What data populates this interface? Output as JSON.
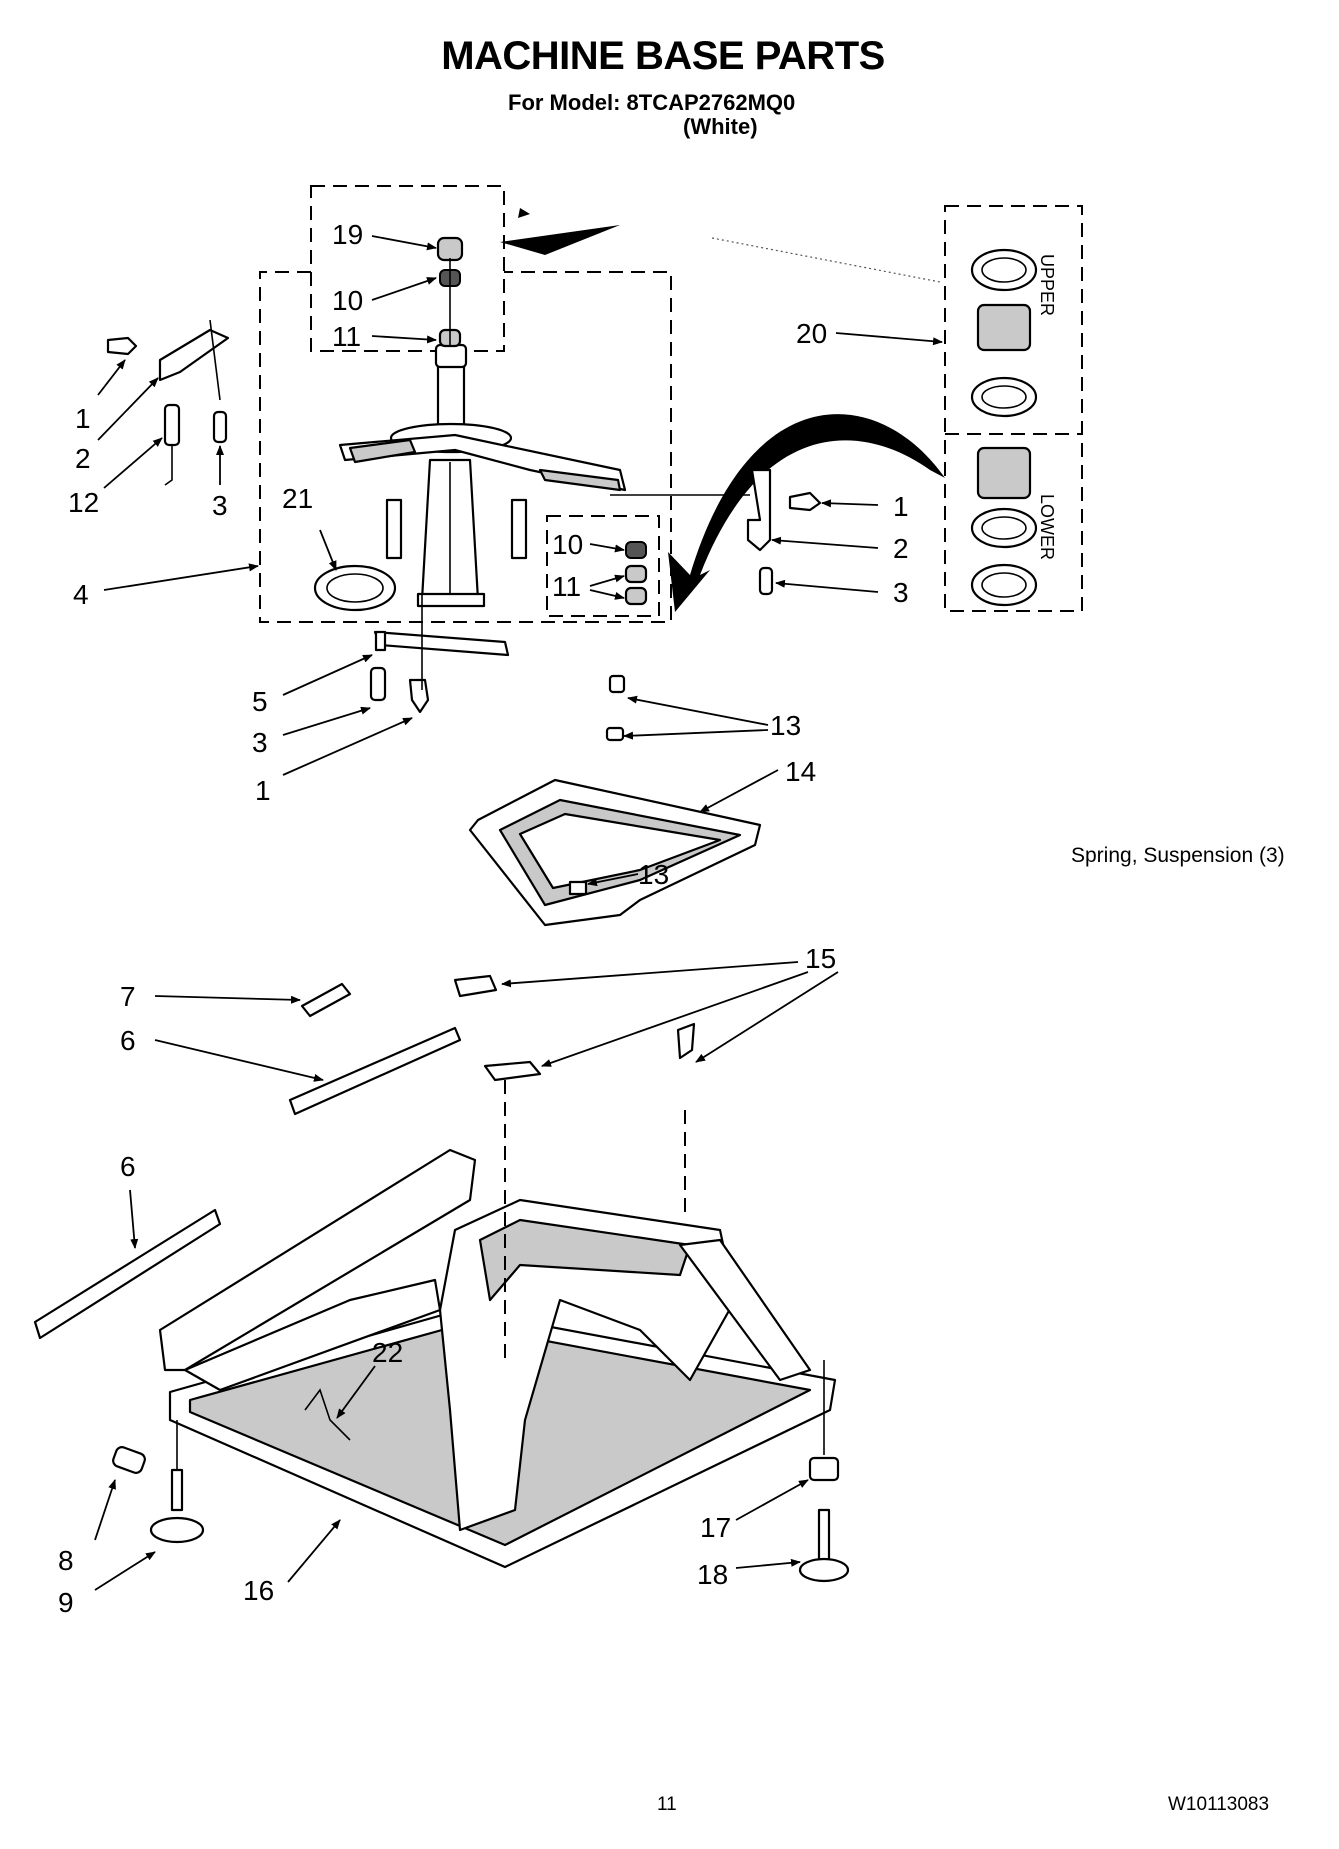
{
  "header": {
    "title": "MACHINE BASE PARTS",
    "model_line": "For Model: 8TCAP2762MQ0",
    "color_line": "(White)"
  },
  "note": "Spring, Suspension (3)",
  "box_labels": {
    "upper": "UPPER",
    "lower": "LOWER"
  },
  "callouts": {
    "c1a": "1",
    "c2a": "2",
    "c12": "12",
    "c3a": "3",
    "c19": "19",
    "c10a": "10",
    "c11a": "11",
    "c20": "20",
    "c21": "21",
    "c4": "4",
    "c10b": "10",
    "c11b": "11",
    "c1b": "1",
    "c2b": "2",
    "c3b": "3",
    "c5": "5",
    "c3c": "3",
    "c1c": "1",
    "c13a": "13",
    "c14": "14",
    "c13b": "13",
    "c15": "15",
    "c7": "7",
    "c6a": "6",
    "c6b": "6",
    "c22": "22",
    "c8": "8",
    "c9": "9",
    "c16": "16",
    "c17": "17",
    "c18": "18"
  },
  "footer": {
    "page_number": "11",
    "document_number": "W10113083"
  }
}
